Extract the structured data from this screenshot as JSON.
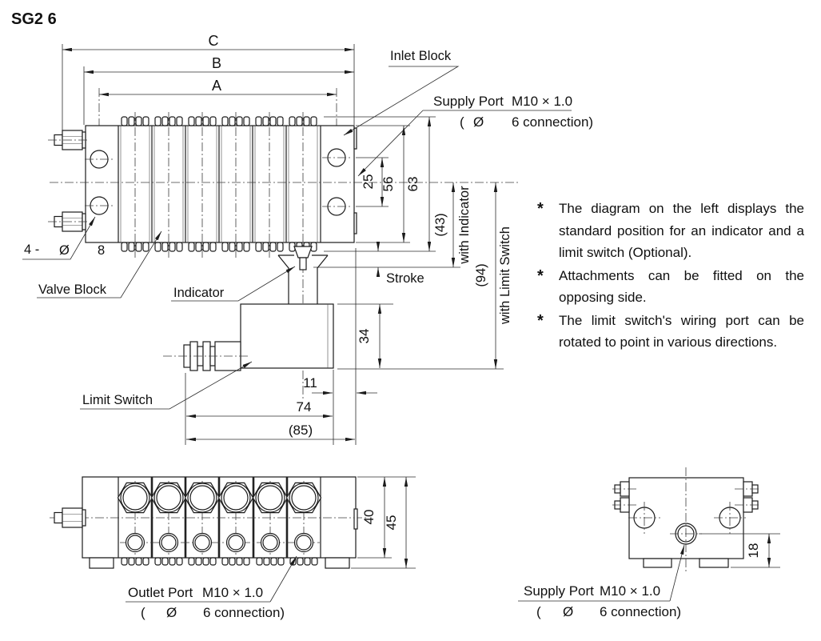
{
  "title": "SG2 6",
  "side_view": {
    "dim_c": "C",
    "dim_b": "B",
    "dim_a": "A",
    "d25": "25",
    "d56": "56",
    "d63": "63",
    "d43": "(43)",
    "with_indicator": "with Indicator",
    "d94": "(94)",
    "with_limit_switch": "with Limit Switch",
    "stroke": "Stroke",
    "d34": "34",
    "d11": "11",
    "d74": "74",
    "d85": "(85)",
    "hole_note_qty": "4 -",
    "hole_note_dia": "Ø",
    "hole_note_size": "8",
    "valve_block": "Valve Block",
    "inlet_block": "Inlet Block",
    "indicator": "Indicator",
    "limit_switch": "Limit Switch",
    "supply_port": {
      "name": "Supply Port",
      "thread": "M10 × 1.0",
      "open": "(",
      "dia": "Ø",
      "conn": "6 connection)"
    }
  },
  "notes": [
    {
      "bullet": "*",
      "text": "The diagram on the left displays the standard position for an indicator and a limit switch (Optional)."
    },
    {
      "bullet": "*",
      "text": "Attachments can be fitted on the opposing side."
    },
    {
      "bullet": "*",
      "text": "The limit switch's wiring port can be rotated to point in various directions."
    }
  ],
  "front_view": {
    "d40": "40",
    "d45": "45",
    "outlet_port": {
      "name": "Outlet Port",
      "thread": "M10 × 1.0",
      "open": "(",
      "dia": "Ø",
      "conn": "6 connection)"
    }
  },
  "end_view": {
    "d18": "18",
    "supply_port": {
      "name": "Supply Port",
      "thread": "M10 × 1.0",
      "open": "(",
      "dia": "Ø",
      "conn": "6 connection)"
    }
  }
}
